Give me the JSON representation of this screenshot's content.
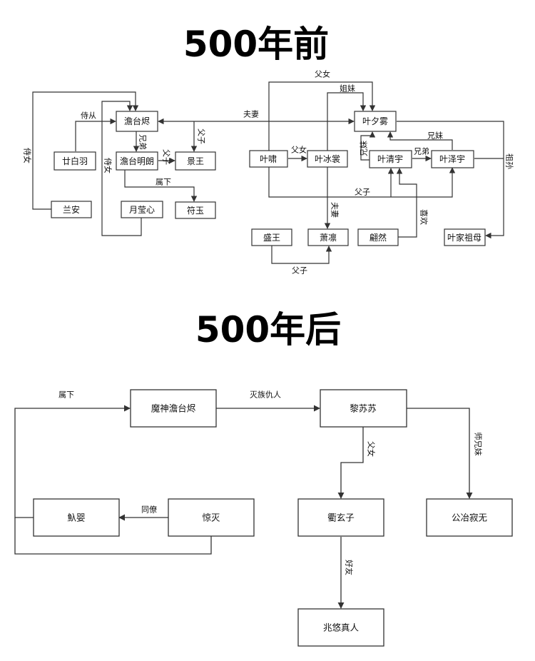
{
  "titles": {
    "before": "500年前",
    "after": "500年后"
  },
  "before": {
    "nodes": {
      "zhanTaiJin": "澹台烬",
      "yeXiWu": "叶夕雾",
      "ganBaiYu": "廿白羽",
      "zhanTaiMingLang": "澹台明朗",
      "jingWang": "景王",
      "lanAn": "兰安",
      "yueYingXin": "月莹心",
      "fuYu": "符玉",
      "yeXiao": "叶啸",
      "yeBingShang": "叶冰裳",
      "yeQingYu": "叶清宇",
      "yeZeYu": "叶泽宇",
      "xiaoLin": "萧凛",
      "shengWang": "盛王",
      "pianRan": "翩然",
      "yeGrandma": "叶家祖母"
    },
    "edges": {
      "shiCong": "侍从",
      "shiNv1": "侍女",
      "shiNv2": "侍女",
      "xiongDi1": "兄弟",
      "fuZi1": "父子",
      "fuZi2": "父子",
      "shuXia": "属下",
      "fuQi1": "夫妻",
      "fuNv1": "父女",
      "jieMei": "姐妹",
      "fuNv2": "父女",
      "xiongMei1": "兄妹",
      "xiongMei2": "兄妹",
      "xiongDi2": "兄弟",
      "zuSun": "祖孙",
      "fuZi3": "父子",
      "fuQi2": "夫妻",
      "xiHuan": "喜欢",
      "fuZi4": "父子"
    }
  },
  "after": {
    "nodes": {
      "moShen": "魔神澹台烬",
      "liSuSu": "黎苏苏",
      "niYing": "魞婴",
      "jingMie": "惊灭",
      "weiXuanZi": "衢玄子",
      "gongYe": "公冶寂无",
      "zhaoYou": "兆悠真人"
    },
    "edges": {
      "shuXia": "属下",
      "mieZu": "灭族仇人",
      "tongLiao": "同僚",
      "fuNv": "父女",
      "shiXiongMei": "师兄妹",
      "haoYou": "好友"
    }
  },
  "colors": {
    "line": "#333333",
    "text": "#111111",
    "background": "#ffffff"
  }
}
